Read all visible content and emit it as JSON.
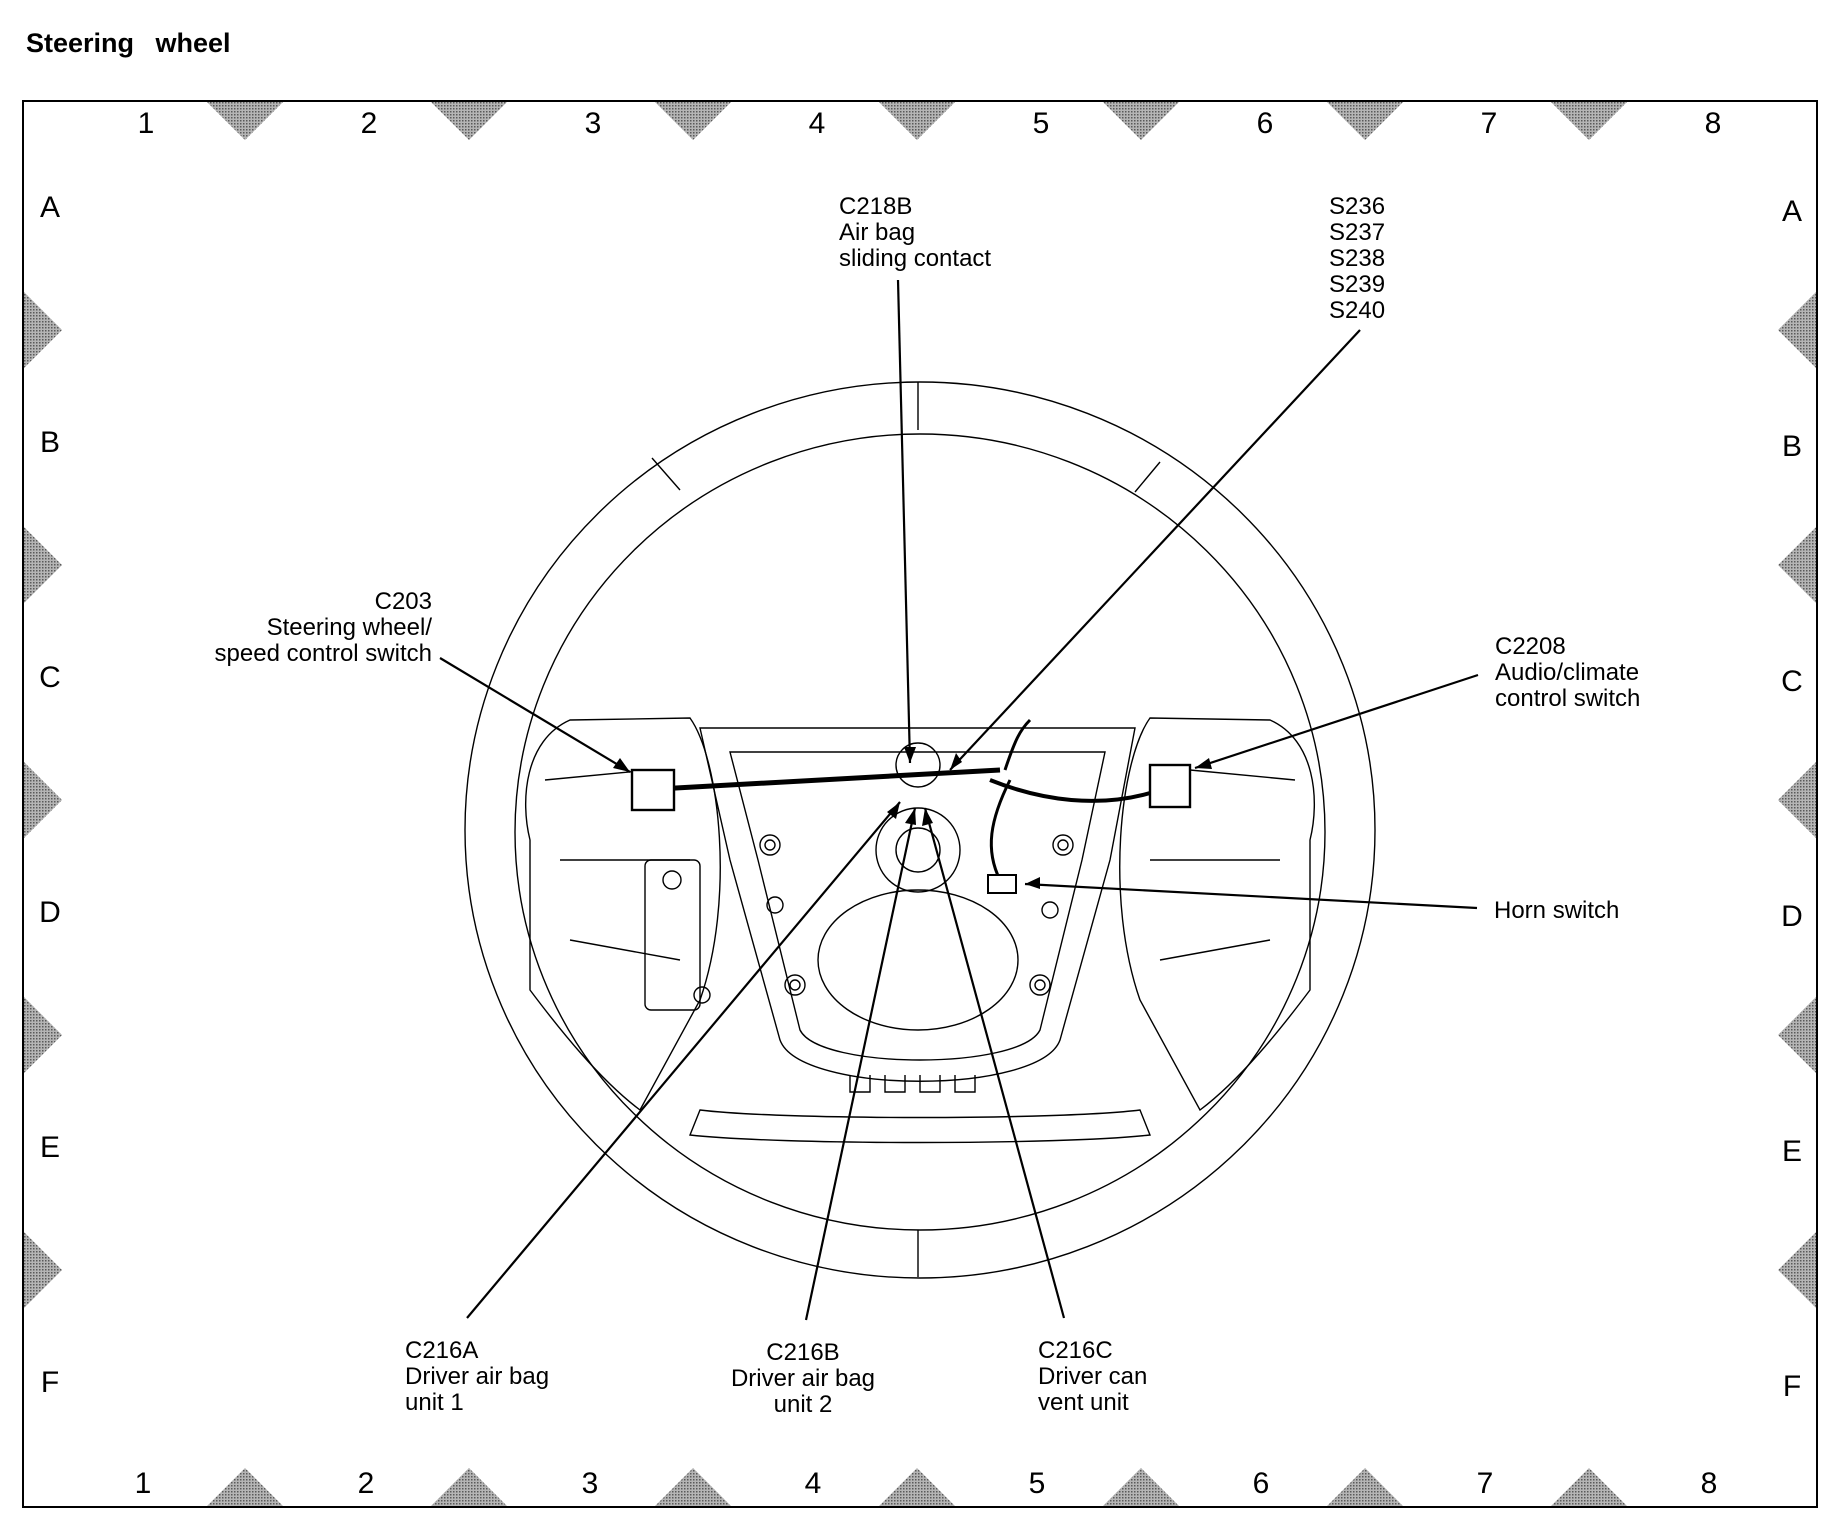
{
  "page_title": "Steering wheel",
  "grid": {
    "columns": [
      "1",
      "2",
      "3",
      "4",
      "5",
      "6",
      "7",
      "8"
    ],
    "rows": [
      "A",
      "B",
      "C",
      "D",
      "E",
      "F"
    ]
  },
  "callouts": {
    "c218b": {
      "id": "C218B",
      "lines": [
        "Air bag",
        "sliding contact"
      ]
    },
    "splices": {
      "ids": [
        "S236",
        "S237",
        "S238",
        "S239",
        "S240"
      ]
    },
    "c203": {
      "id": "C203",
      "lines": [
        "Steering wheel/",
        "speed control switch"
      ]
    },
    "c2208": {
      "id": "C2208",
      "lines": [
        "Audio/climate",
        "control switch"
      ]
    },
    "horn": {
      "id": "Horn switch"
    },
    "c216a": {
      "id": "C216A",
      "lines": [
        "Driver air bag",
        "unit 1"
      ]
    },
    "c216b": {
      "id": "C216B",
      "lines": [
        "Driver air bag",
        "unit 2"
      ]
    },
    "c216c": {
      "id": "C216C",
      "lines": [
        "Driver can",
        "vent unit"
      ]
    }
  },
  "colors": {
    "line": "#000000",
    "marker": "#8c8c8c",
    "background": "#ffffff"
  }
}
